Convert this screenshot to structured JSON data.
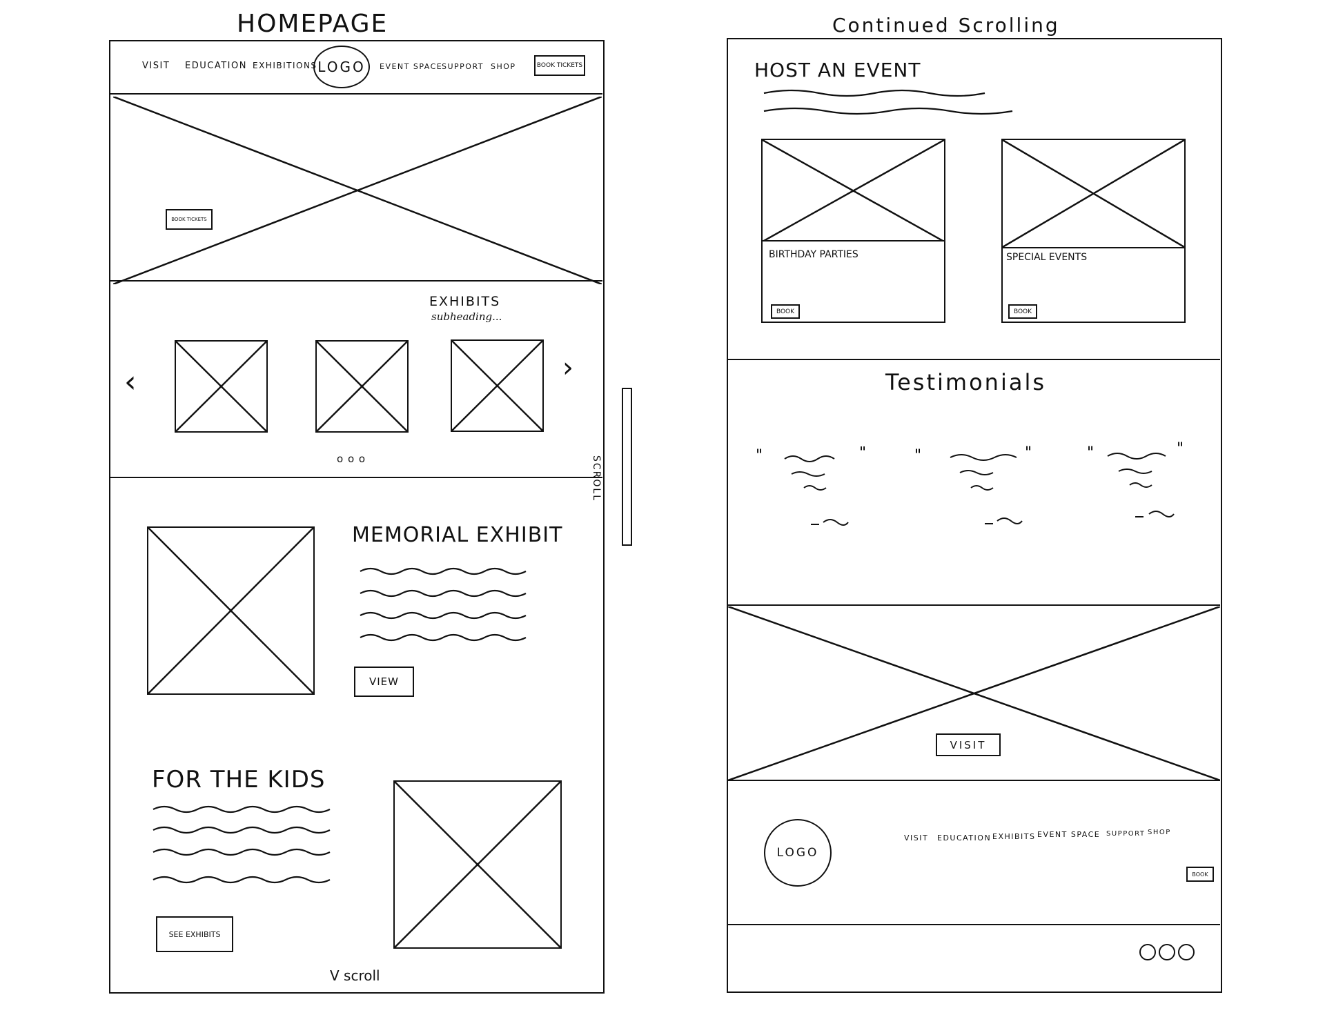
{
  "homepage": {
    "title": "HOMEPAGE",
    "nav": {
      "items": [
        "VISIT",
        "EDUCATION",
        "EXHIBITIONS",
        "EVENT SPACE",
        "SUPPORT",
        "SHOP"
      ],
      "logo": "LOGO",
      "book_tickets": "BOOK TICKETS"
    },
    "hero": {
      "button": "BOOK TICKETS"
    },
    "exhibits": {
      "heading": "EXHIBITS",
      "subheading": "subheading...",
      "prev": "‹",
      "next": "›",
      "dots": "o o o"
    },
    "memorial": {
      "heading": "MEMORIAL EXHIBIT",
      "button": "VIEW"
    },
    "kids": {
      "heading": "FOR THE KIDS",
      "button": "SEE EXHIBITS"
    },
    "scroll_hint": "V scroll",
    "scrollbar_label": "SCROLL"
  },
  "continued": {
    "title": "Continued Scrolling",
    "host": {
      "heading": "HOST AN EVENT",
      "cards": [
        {
          "title": "BIRTHDAY PARTIES",
          "button": "BOOK"
        },
        {
          "title": "SPECIAL EVENTS",
          "button": "BOOK"
        }
      ]
    },
    "testimonials": {
      "heading": "Testimonials"
    },
    "banner": {
      "button": "VISIT"
    },
    "footer": {
      "logo": "LOGO",
      "nav": [
        "VISIT",
        "EDUCATION",
        "EXHIBITS",
        "EVENT SPACE",
        "SUPPORT",
        "SHOP"
      ],
      "book": "BOOK",
      "social_icons": [
        "circle-icon",
        "circle-icon",
        "circle-icon"
      ]
    }
  }
}
